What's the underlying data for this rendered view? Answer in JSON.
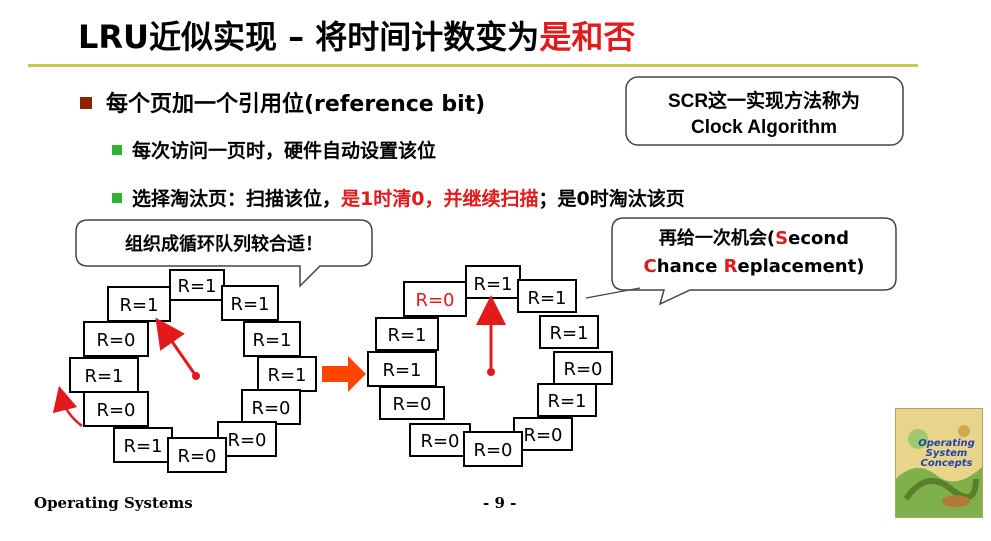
{
  "title": {
    "main": "LRU近似实现 – 将时间计数变为",
    "highlight": "是和否"
  },
  "bullets": {
    "level1": "每个页加一个引用位(reference bit)",
    "level2a": "每次访问一页时，硬件自动设置该位",
    "level2b_pre": "选择淘汰页：扫描该位，",
    "level2b_red": "是1时清0，并继续扫描",
    "level2b_post": "；是0时淘汰该页"
  },
  "callouts": {
    "scr_line1": "SCR这一实现方法称为",
    "scr_line2": "Clock Algorithm",
    "circular_queue": "组织成循环队列较合适！",
    "second_chance_line1": "再给一次机会(",
    "second_chance_S": "S",
    "second_chance_rest1": "econd",
    "second_chance_C": "C",
    "second_chance_rest2": "hance ",
    "second_chance_R": "R",
    "second_chance_rest3": "eplacement)"
  },
  "left_clock": [
    "R=1",
    "R=1",
    "R=1",
    "R=0",
    "R=1",
    "R=1",
    "R=1",
    "R=0",
    "R=0",
    "R=1",
    "R=0",
    "R=0"
  ],
  "right_clock": [
    "R=1",
    "R=1",
    "R=0",
    "R=1",
    "R=1",
    "R=1",
    "R=0",
    "R=0",
    "R=1",
    "R=0",
    "R=0",
    "R=0"
  ],
  "footer": {
    "left": "Operating Systems",
    "page": "- 9 -"
  },
  "book_cover": {
    "title": "Operating System Concepts"
  },
  "colors": {
    "red": "#e31a1c",
    "accent_rule": "#c8c84a",
    "bullet_brown": "#8b2500",
    "bullet_green": "#2db52d",
    "arrow_orange": "#ff4500"
  }
}
